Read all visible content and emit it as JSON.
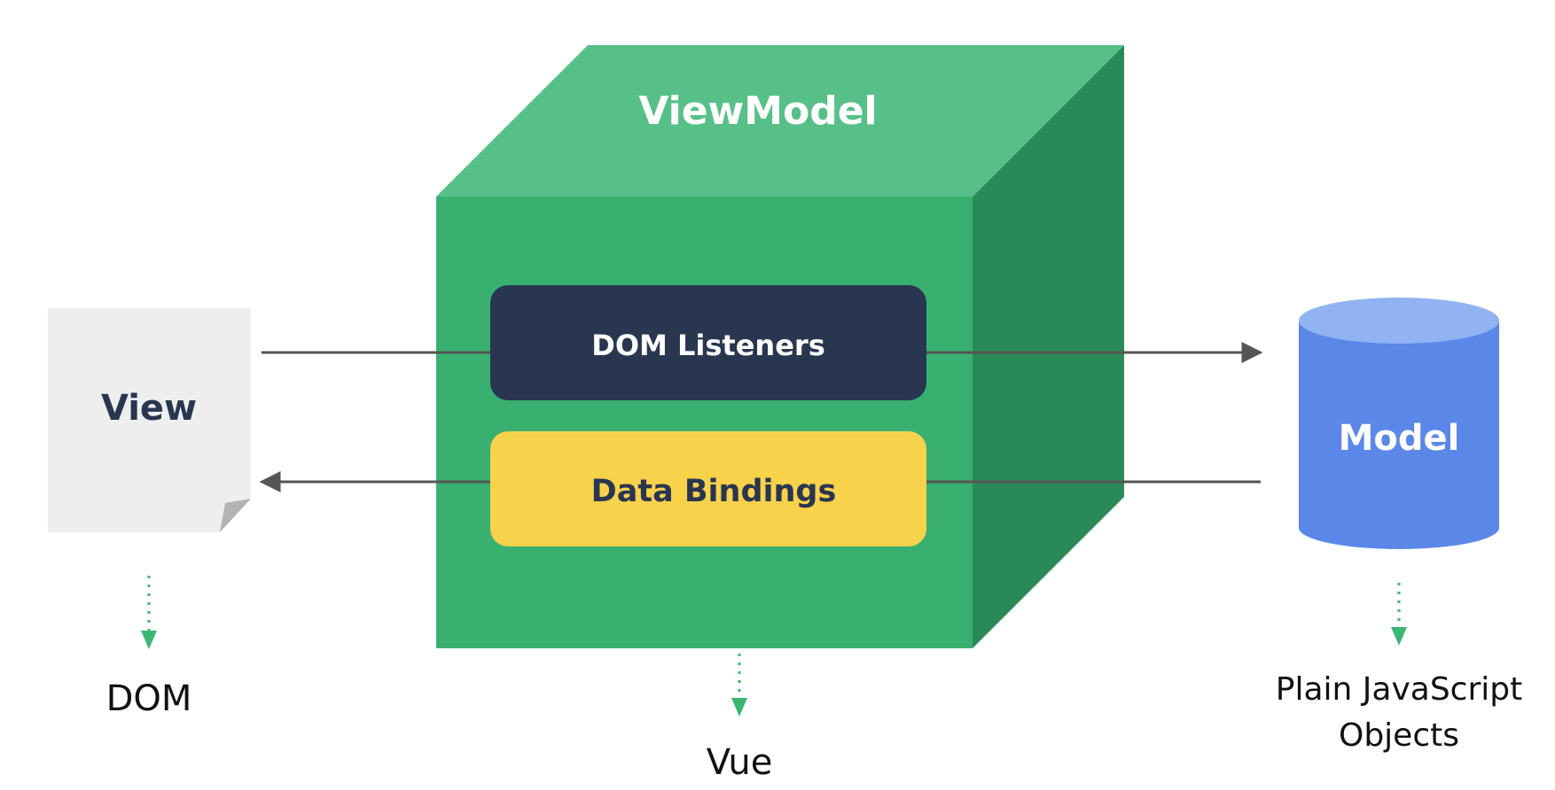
{
  "viewmodel": {
    "title": "ViewModel",
    "colors": {
      "front": "#39b070",
      "top": "#57c088",
      "side": "#2a8a57",
      "title": "#ffffff"
    }
  },
  "dom_listeners": {
    "label": "DOM Listeners",
    "colors": {
      "fill": "#283650",
      "text": "#ffffff"
    }
  },
  "data_bindings": {
    "label": "Data Bindings",
    "colors": {
      "fill": "#f9d24c",
      "text": "#283650"
    }
  },
  "view": {
    "label": "View",
    "colors": {
      "fill": "#eeeeee",
      "fold": "#b3b3b3",
      "text": "#283650"
    }
  },
  "model": {
    "label": "Model",
    "colors": {
      "body": "#5b87e8",
      "top": "#91b3f1",
      "text": "#ffffff"
    }
  },
  "captions": {
    "dom": "DOM",
    "vue": "Vue",
    "plain_line1": "Plain JavaScript",
    "plain_line2": "Objects"
  },
  "connector_colors": {
    "arrow": "#555555",
    "dotted": "#3bb673"
  }
}
